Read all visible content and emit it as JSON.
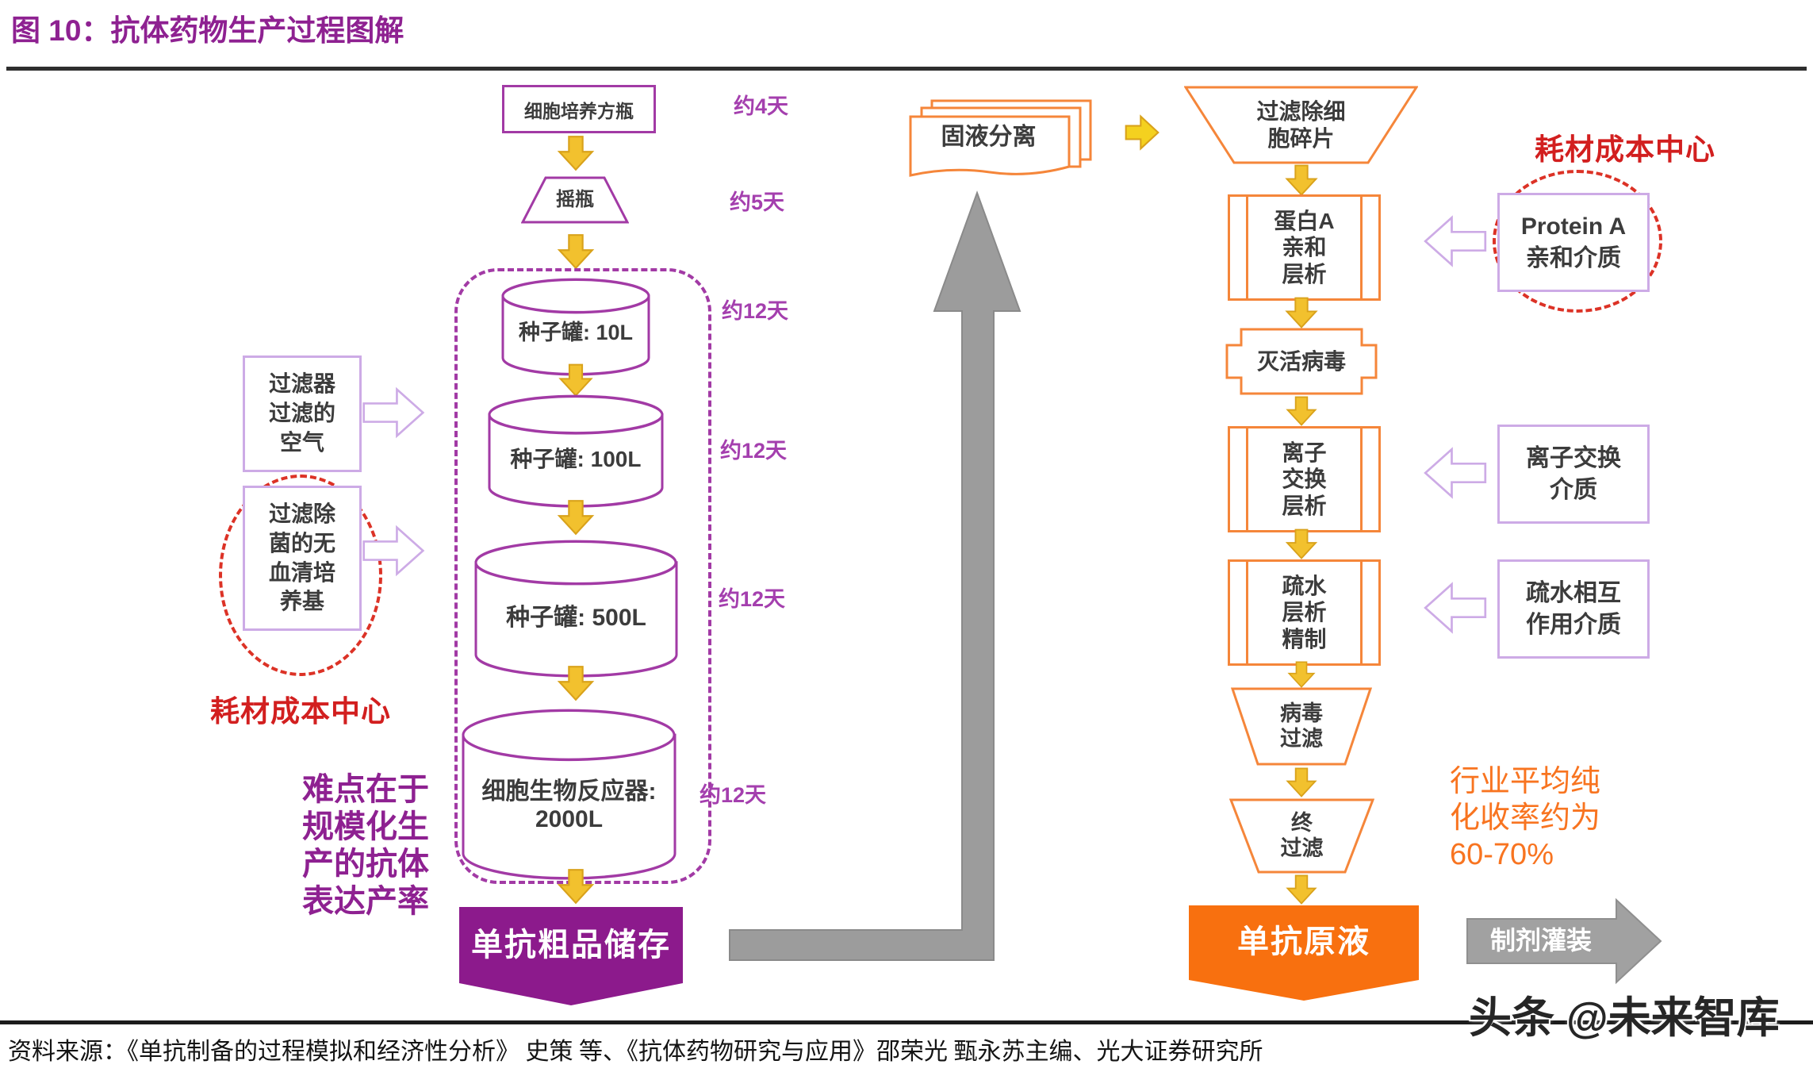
{
  "title": "图 10：抗体药物生产过程图解",
  "upstream": {
    "flask": "细胞培养方瓶",
    "shake": "摇瓶",
    "tank10": "种子罐: 10L",
    "tank100": "种子罐: 100L",
    "tank500": "种子罐: 500L",
    "bioreactor": "细胞生物反应器:\n2000L",
    "storage": "单抗粗品储存",
    "dur_flask": "约4天",
    "dur_shake": "约5天",
    "dur_tank10": "约12天",
    "dur_tank100": "约12天",
    "dur_tank500": "约12天",
    "dur_bioreactor": "约12天"
  },
  "left_notes": {
    "air_filter": "过滤器\n过滤的\n空气",
    "medium": "过滤除\n菌的无\n血清培\n养基",
    "cost_center": "耗材成本中心",
    "difficulty": "难点在于\n规模化生\n产的抗体\n表达产率"
  },
  "transfer": {
    "separation": "固液分离"
  },
  "downstream": {
    "filter_debris": "过滤除细\n胞碎片",
    "protein_a": "蛋白A\n亲和\n层析",
    "inactivate": "灭活病毒",
    "ion_exchange": "离子\n交换\n层析",
    "hydrophobic": "疏水\n层析\n精制",
    "virus_filter": "病毒\n过滤",
    "final_filter": "终\n过滤",
    "bulk": "单抗原液",
    "fill": "制剂灌装"
  },
  "right_notes": {
    "cost_center": "耗材成本中心",
    "protein_a_media": "Protein A\n亲和介质",
    "ion_media": "离子交换\n介质",
    "hydrophobic_media": "疏水相互\n作用介质",
    "yield_note": "行业平均纯\n化收率约为\n60-70%"
  },
  "footer": {
    "source": "资料来源：《单抗制备的过程模拟和经济性分析》 史策 等、《抗体药物研究与应用》邵荣光 甄永苏主编、光大证券研究所",
    "watermark": "头条 @未来智库"
  },
  "colors": {
    "title_purple": "#8E2191",
    "purple_stroke": "#A23AA5",
    "banner_purple": "#8C1A8C",
    "orange_stroke": "#F5863A",
    "banner_orange": "#F8700F",
    "orange_text": "#F87420",
    "arrow_gold": "#F2C12E",
    "lavender": "#CDABE6",
    "red": "#DC3226",
    "gray": "#9C9C9C"
  }
}
